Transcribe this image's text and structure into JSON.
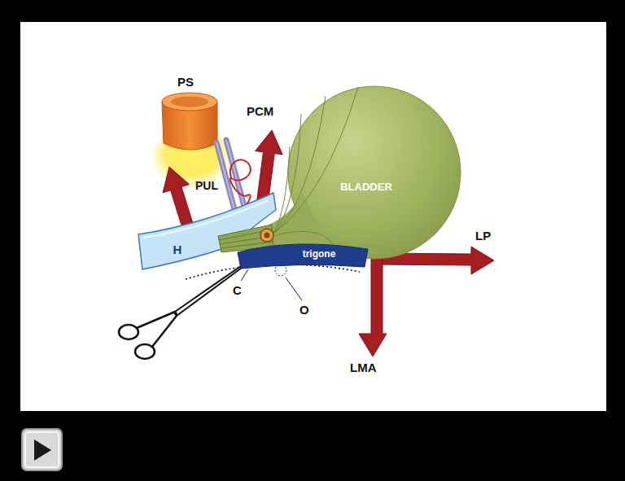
{
  "diagram": {
    "nodes": [
      {
        "text": [
          "BLADDER"
        ]
      },
      {
        "text": [
          "H"
        ]
      },
      {
        "text": [
          "trigone"
        ]
      }
    ],
    "labels": [
      "PS",
      "PCM",
      "PUL",
      "C",
      "O",
      "LP",
      "LMA"
    ]
  }
}
